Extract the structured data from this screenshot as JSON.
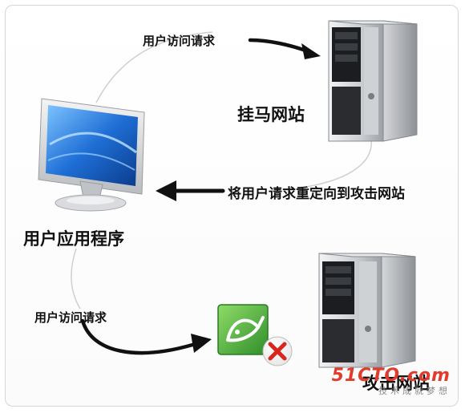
{
  "labels": {
    "top_request": "用户访问请求",
    "trojan_site": "挂马网站",
    "redirect": "将用户请求重定向到攻击网站",
    "user_app": "用户应用程序",
    "bottom_request": "用户访问请求",
    "attack_site": "攻击网站"
  },
  "watermark": {
    "brand": "51CTO.com",
    "sub": "技术成就梦想"
  },
  "colors": {
    "arrow": "#111111",
    "flow_curve": "#c9c9c9",
    "monitor_screen": "#1f6fd6",
    "tower_body": "#bfc3c8",
    "x_mark": "#d9261c",
    "app_icon": "#3fa83a",
    "watermark_brand": "#e23b2b"
  },
  "icons": {
    "user_computer": "monitor-icon",
    "trojan_server": "server-tower-icon",
    "attack_server": "server-tower-icon",
    "app_icon": "green-app-icon",
    "blocked": "red-x-icon"
  }
}
